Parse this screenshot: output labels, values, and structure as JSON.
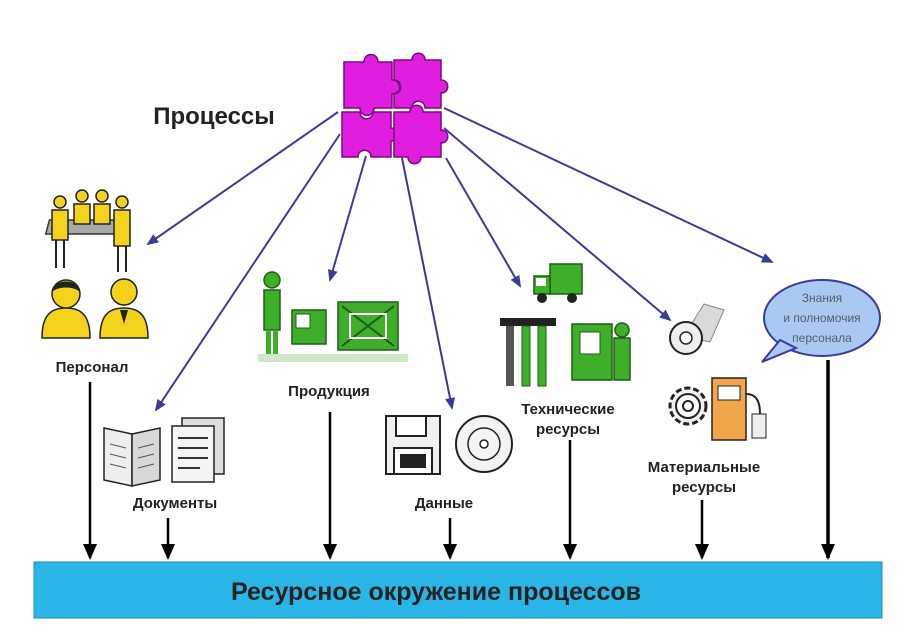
{
  "title_label": "Процессы",
  "nodes": {
    "personnel": "Персонал",
    "documents": "Документы",
    "products": "Продукция",
    "data": "Данные",
    "technical_resources": [
      "Технические",
      "ресурсы"
    ],
    "material_resources": [
      "Материальные",
      "ресурсы"
    ],
    "knowledge": [
      "Знания",
      "и полномочия",
      "персонала"
    ]
  },
  "bottom_bar": "Ресурсное окружение процессов",
  "colors": {
    "puzzle": "#e01ee0",
    "arrow_blue": "#3b3b9a",
    "arrow_black": "#000000",
    "bar_fill": "#29b6e6",
    "figure_yellow": "#f2d21a",
    "figure_green": "#3fae2a",
    "bubble_fill": "#a9c9f2"
  }
}
